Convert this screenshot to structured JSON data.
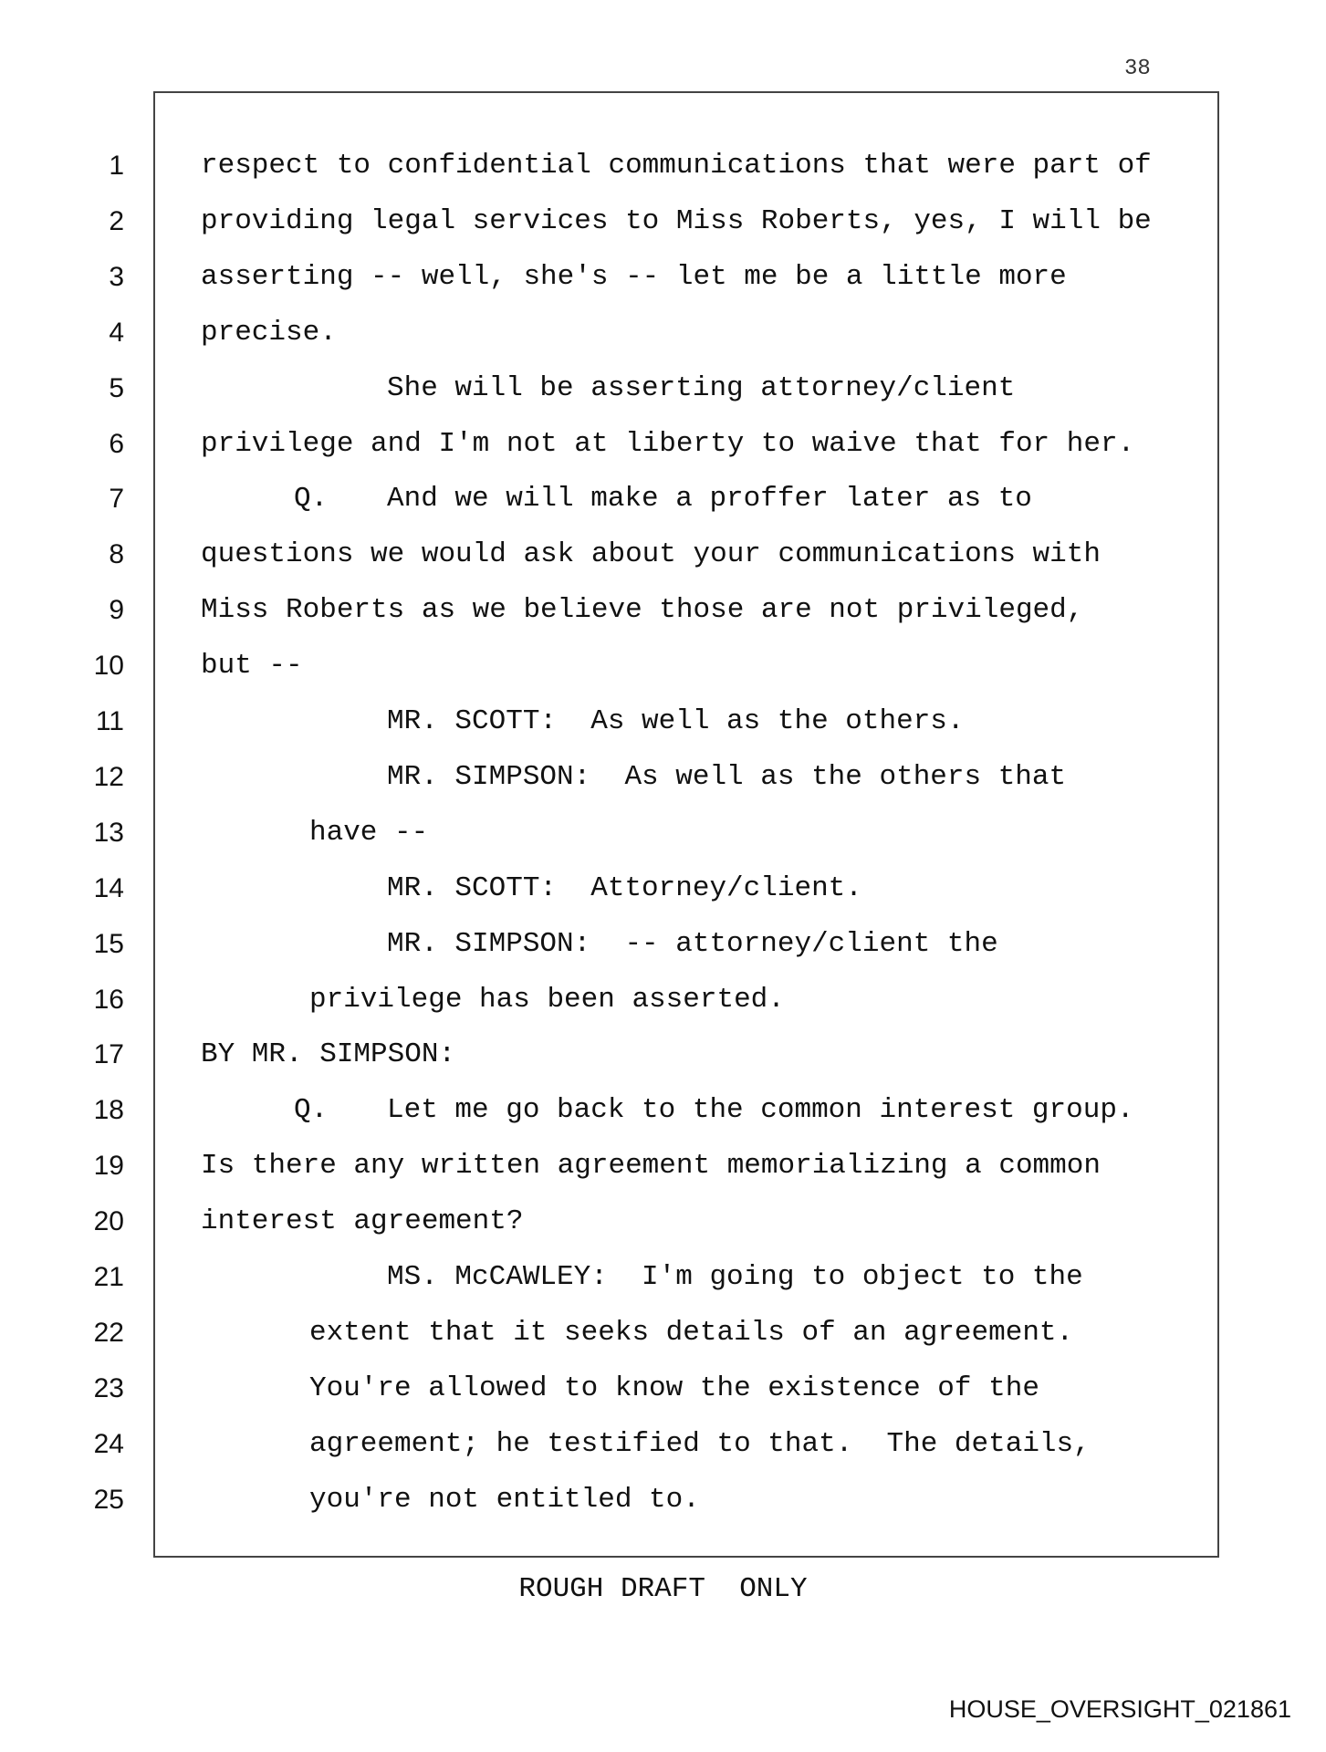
{
  "page_number": "38",
  "lines": [
    {
      "n": "1",
      "text": "respect to confidential communications that were part of"
    },
    {
      "n": "2",
      "text": "providing legal services to Miss Roberts, yes, I will be"
    },
    {
      "n": "3",
      "text": "asserting -- well, she's -- let me be a little more"
    },
    {
      "n": "4",
      "text": "precise."
    },
    {
      "n": "5",
      "text": "She will be asserting attorney/client"
    },
    {
      "n": "6",
      "text": "privilege and I'm not at liberty to waive that for her."
    },
    {
      "n": "7",
      "q": "Q.",
      "text": "And we will make a proffer later as to"
    },
    {
      "n": "8",
      "text": "questions we would ask about your communications with"
    },
    {
      "n": "9",
      "text": "Miss Roberts as we believe those are not privileged,"
    },
    {
      "n": "10",
      "text": "but --"
    },
    {
      "n": "11",
      "text": "MR. SCOTT:  As well as the others."
    },
    {
      "n": "12",
      "text": "MR. SIMPSON:  As well as the others that"
    },
    {
      "n": "13",
      "text": "have --"
    },
    {
      "n": "14",
      "text": "MR. SCOTT:  Attorney/client."
    },
    {
      "n": "15",
      "text": "MR. SIMPSON:  -- attorney/client the"
    },
    {
      "n": "16",
      "text": "privilege has been asserted."
    },
    {
      "n": "17",
      "text": "BY MR. SIMPSON:"
    },
    {
      "n": "18",
      "q": "Q.",
      "text": "Let me go back to the common interest group."
    },
    {
      "n": "19",
      "text": "Is there any written agreement memorializing a common"
    },
    {
      "n": "20",
      "text": "interest agreement?"
    },
    {
      "n": "21",
      "text": "MS. McCAWLEY:  I'm going to object to the"
    },
    {
      "n": "22",
      "text": "extent that it seeks details of an agreement."
    },
    {
      "n": "23",
      "text": "You're allowed to know the existence of the"
    },
    {
      "n": "24",
      "text": "agreement; he testified to that.  The details,"
    },
    {
      "n": "25",
      "text": "you're not entitled to."
    }
  ],
  "footer": "ROUGH DRAFT  ONLY",
  "bates": "HOUSE_OVERSIGHT_021861"
}
